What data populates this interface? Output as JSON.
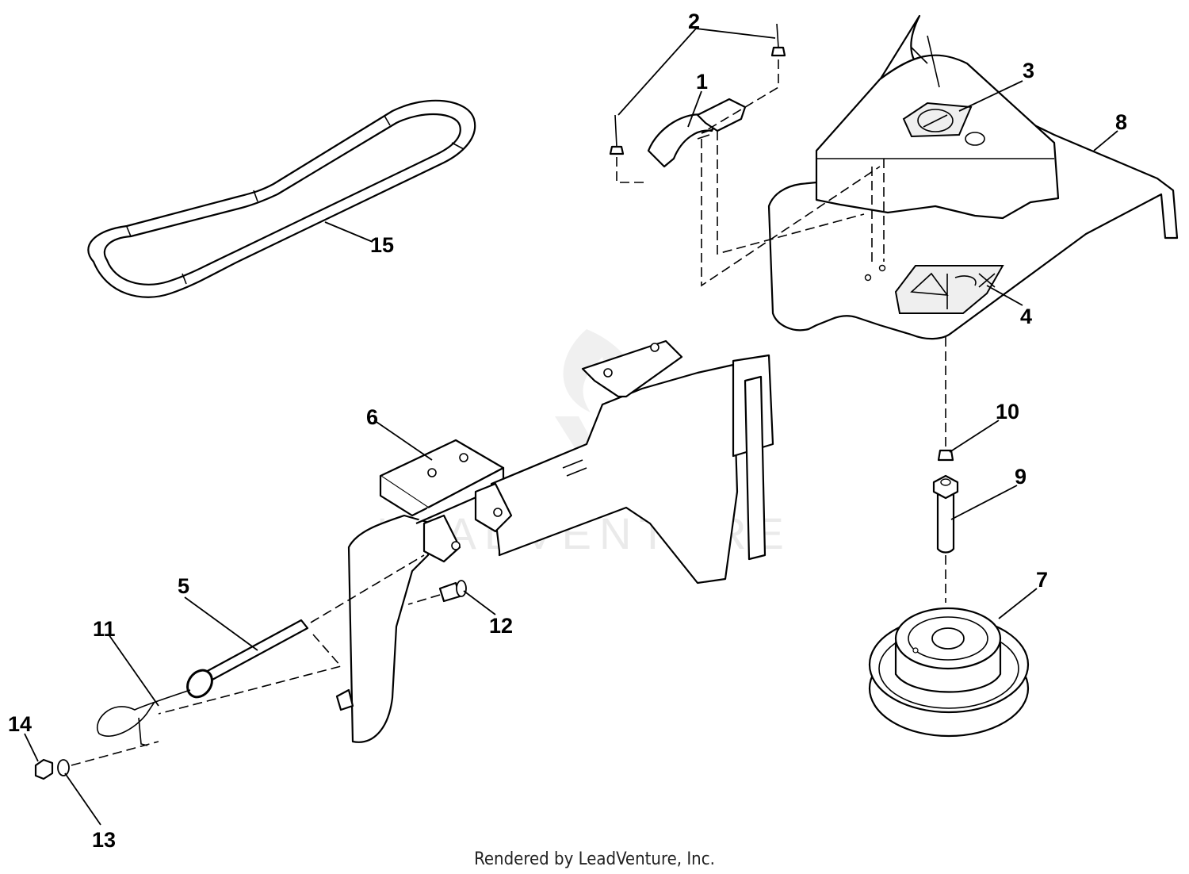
{
  "diagram": {
    "callouts": [
      {
        "id": "1",
        "text": "1"
      },
      {
        "id": "2",
        "text": "2"
      },
      {
        "id": "3",
        "text": "3"
      },
      {
        "id": "4",
        "text": "4"
      },
      {
        "id": "5",
        "text": "5"
      },
      {
        "id": "6",
        "text": "6"
      },
      {
        "id": "7",
        "text": "7"
      },
      {
        "id": "8",
        "text": "8"
      },
      {
        "id": "9",
        "text": "9"
      },
      {
        "id": "10",
        "text": "10"
      },
      {
        "id": "11",
        "text": "11"
      },
      {
        "id": "12",
        "text": "12"
      },
      {
        "id": "13",
        "text": "13"
      },
      {
        "id": "14",
        "text": "14"
      },
      {
        "id": "15",
        "text": "15"
      }
    ],
    "watermark": "LEADVENTURE",
    "footer": "Rendered by LeadVenture, Inc."
  }
}
